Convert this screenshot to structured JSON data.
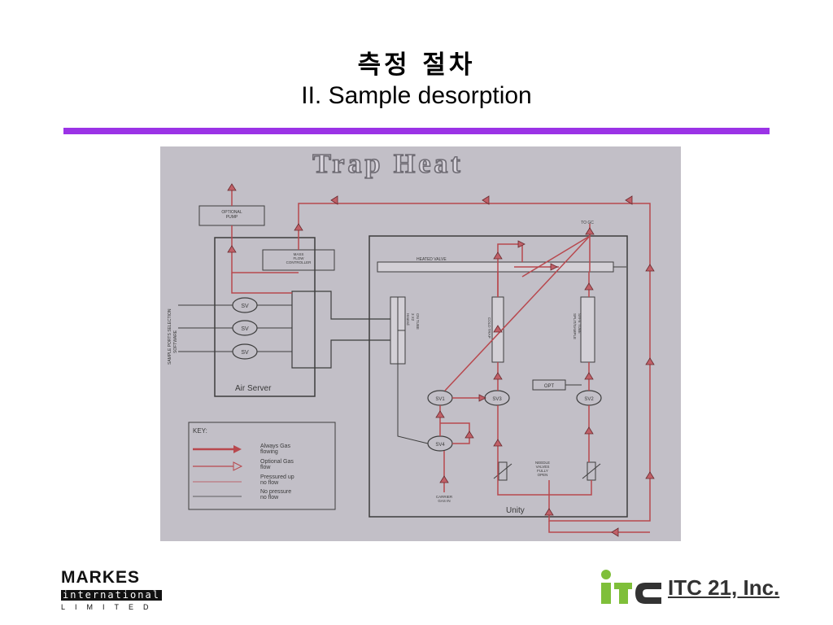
{
  "slide": {
    "title_korean": "측정 절차",
    "title_english": "II. Sample desorption",
    "accent_color": "#9b33e6"
  },
  "diagram": {
    "heading": "Trap Heat",
    "labels": {
      "optional_pump": [
        "OPTIONAL",
        "PUMP"
      ],
      "mass_flow_controller": [
        "MASS",
        "FLOW",
        "CONTROLLER"
      ],
      "heated_valve": "HEATED VALVE",
      "to_gc": "TO GC",
      "sv": "SV",
      "sv1": "SV1",
      "sv2": "SV2",
      "sv3": "SV3",
      "sv4": "SV4",
      "air_server": "Air Server",
      "unity": "Unity",
      "opt": "OPT",
      "carrier_gas_in": [
        "CARRIER",
        "GAS IN"
      ],
      "needle_valves": [
        "NEEDLE",
        "VALVES",
        "FULLY",
        "OPEN"
      ],
      "sample_ports": [
        "SAMPLE PORTS SELECTION",
        "SOFTWARE"
      ],
      "manifold": [
        "ON TUBE",
        "3 X2",
        "Heated"
      ],
      "cold_trap": "COLD TRAP",
      "split_sample": [
        "SPLIT/SAMPLE",
        "SAFE TUBE"
      ]
    },
    "key": {
      "title": "KEY:",
      "items": [
        {
          "lines": [
            "Always Gas",
            "flowing"
          ]
        },
        {
          "lines": [
            "Optional Gas",
            "flow"
          ]
        },
        {
          "lines": [
            "Pressured up",
            "no flow"
          ]
        },
        {
          "lines": [
            "No pressure",
            "no flow"
          ]
        }
      ]
    }
  },
  "logos": {
    "markes_name": "MARKES",
    "markes_intl": "international",
    "markes_ltd": "LIMITED",
    "itc_mark": "ITC",
    "itc_company": "ITC 21, Inc.",
    "itc_green": "#7fbf3a",
    "itc_dark": "#333333"
  }
}
